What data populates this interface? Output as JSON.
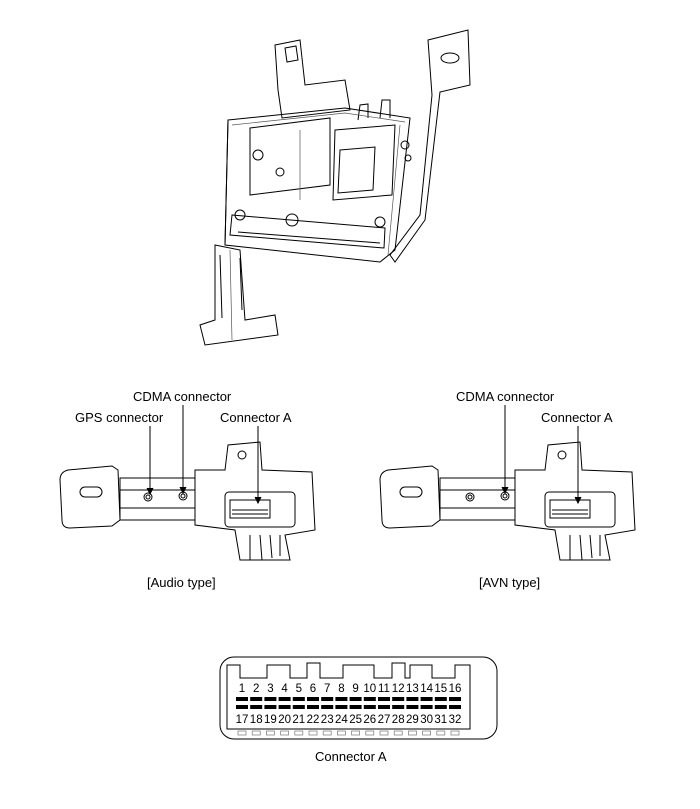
{
  "audio_view": {
    "cdma_label": "CDMA connector",
    "gps_label": "GPS connector",
    "connector_a_label": "Connector A",
    "caption": "[Audio type]"
  },
  "avn_view": {
    "cdma_label": "CDMA connector",
    "connector_a_label": "Connector A",
    "caption": "[AVN type]"
  },
  "connector_a": {
    "caption": "Connector A",
    "top_row_pins": [
      "1",
      "2",
      "3",
      "4",
      "5",
      "6",
      "7",
      "8",
      "9",
      "10",
      "11",
      "12",
      "13",
      "14",
      "15",
      "16"
    ],
    "bottom_row_pins": [
      "17",
      "18",
      "19",
      "20",
      "21",
      "22",
      "23",
      "24",
      "25",
      "26",
      "27",
      "28",
      "29",
      "30",
      "31",
      "32"
    ]
  }
}
